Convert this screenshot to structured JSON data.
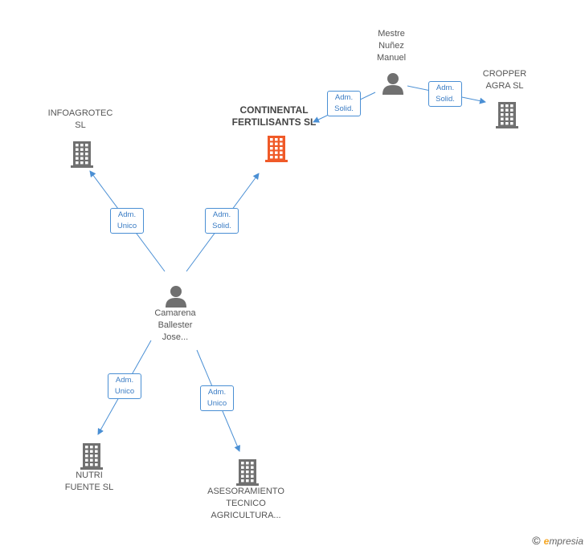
{
  "colors": {
    "person": "#707070",
    "company": "#707070",
    "highlight": "#f05a28",
    "edge": "#4a8fd4"
  },
  "nodes": {
    "continental": {
      "lines": [
        "CONTINENTAL",
        "FERTILISANTS SL"
      ],
      "kind": "company",
      "highlight": true
    },
    "mestre": {
      "lines": [
        "Mestre",
        "Nuñez",
        "Manuel"
      ],
      "kind": "person"
    },
    "cropper": {
      "lines": [
        "CROPPER",
        "AGRA  SL"
      ],
      "kind": "company"
    },
    "infoagrotec": {
      "lines": [
        "INFOAGROTEC",
        "SL"
      ],
      "kind": "company"
    },
    "camarena": {
      "lines": [
        "Camarena",
        "Ballester",
        "Jose..."
      ],
      "kind": "person"
    },
    "nutri": {
      "lines": [
        "NUTRI",
        "FUENTE SL"
      ],
      "kind": "company"
    },
    "asesoramiento": {
      "lines": [
        "ASESORAMIENTO",
        "TECNICO",
        "AGRICULTURA..."
      ],
      "kind": "company"
    }
  },
  "edges": [
    {
      "from": "mestre",
      "to": "continental",
      "role": [
        "Adm.",
        "Solid."
      ]
    },
    {
      "from": "mestre",
      "to": "cropper",
      "role": [
        "Adm.",
        "Solid."
      ]
    },
    {
      "from": "camarena",
      "to": "infoagrotec",
      "role": [
        "Adm.",
        "Unico"
      ]
    },
    {
      "from": "camarena",
      "to": "continental",
      "role": [
        "Adm.",
        "Solid."
      ]
    },
    {
      "from": "camarena",
      "to": "nutri",
      "role": [
        "Adm.",
        "Unico"
      ]
    },
    {
      "from": "camarena",
      "to": "asesoramiento",
      "role": [
        "Adm.",
        "Unico"
      ]
    }
  ],
  "footer": {
    "copyright": "©",
    "brand_initial": "e",
    "brand_rest": "mpresia"
  }
}
